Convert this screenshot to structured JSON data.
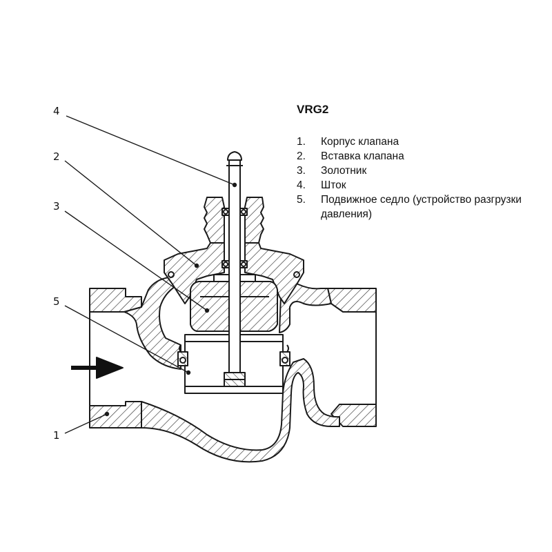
{
  "legend": {
    "title": "VRG2",
    "items": [
      {
        "num": "1.",
        "text": "Корпус клапана"
      },
      {
        "num": "2.",
        "text": "Вставка клапана"
      },
      {
        "num": "3.",
        "text": "Золотник"
      },
      {
        "num": "4.",
        "text": "Шток"
      },
      {
        "num": "5.",
        "text": "Подвижное седло (устройство разгрузки давления)"
      }
    ]
  },
  "callouts": {
    "c1": "1",
    "c2": "2",
    "c3": "3",
    "c4": "4",
    "c5": "5"
  },
  "colors": {
    "line": "#1a1a1a",
    "hatch": "#333333",
    "background": "#ffffff"
  }
}
